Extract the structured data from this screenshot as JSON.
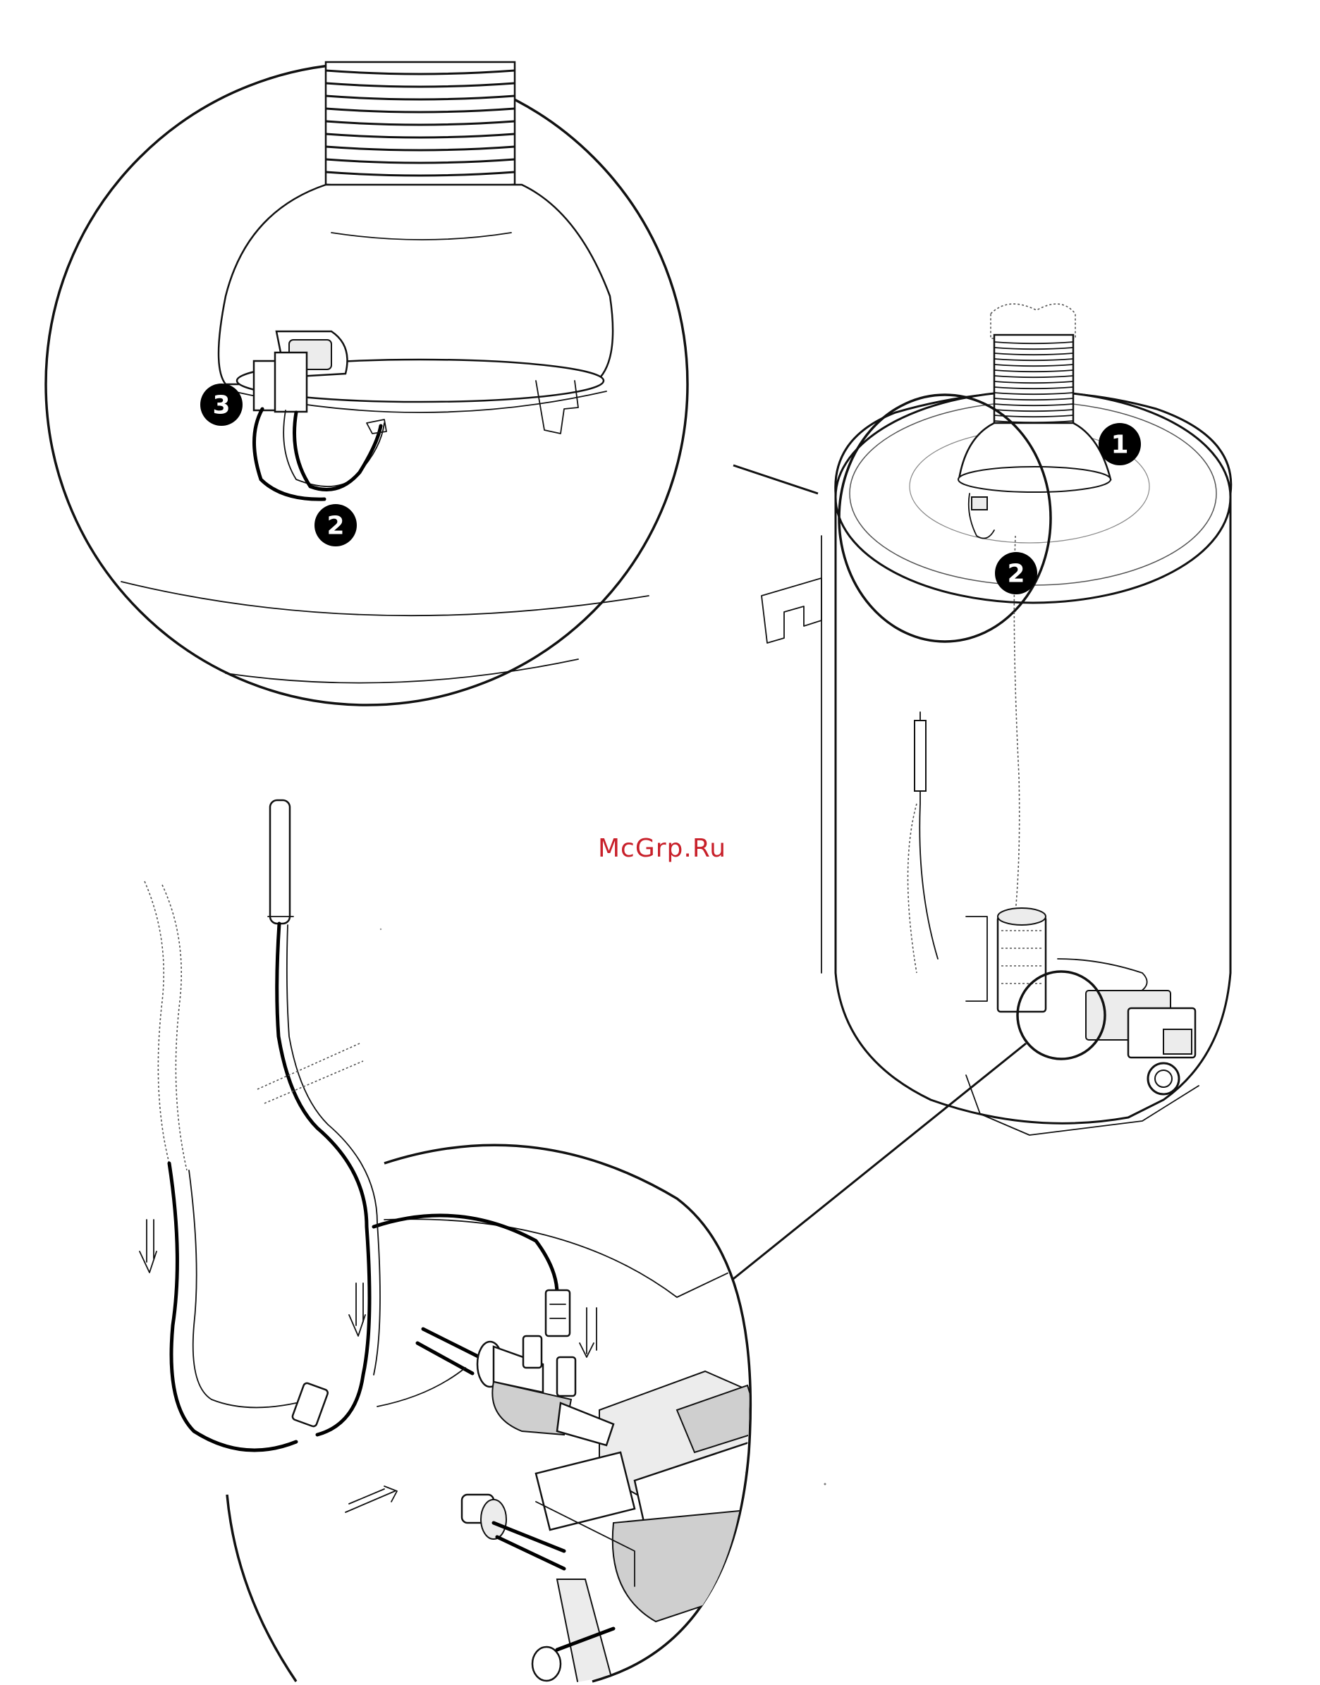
{
  "watermark": "McGrp.Ru",
  "callouts": [
    {
      "id": "callout-1",
      "label": "1"
    },
    {
      "id": "callout-2-heater",
      "label": "2"
    },
    {
      "id": "callout-2-detail",
      "label": "2"
    },
    {
      "id": "callout-3",
      "label": "3"
    }
  ],
  "colors": {
    "line": "#111111",
    "watermark": "#c8202a",
    "callout_fill": "#000000",
    "shade": "#cfcfcf"
  }
}
